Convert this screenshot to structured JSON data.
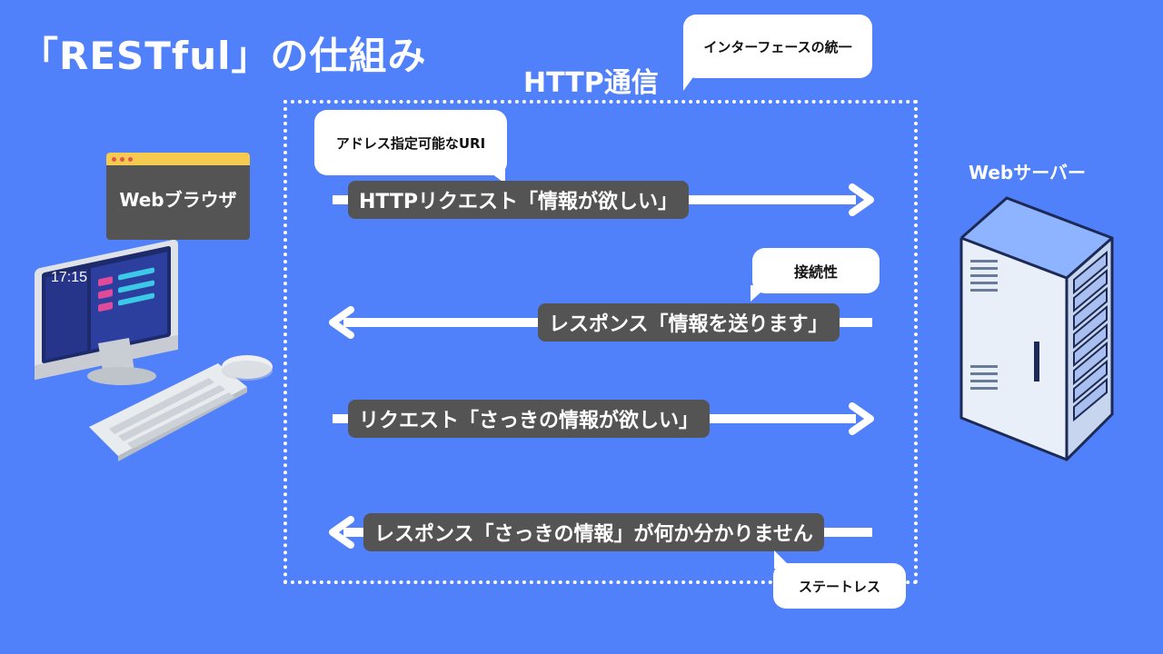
{
  "title": "「RESTful」の仕組み",
  "http_title": "HTTP通信",
  "bubbles": {
    "interface": "インターフェースの統一",
    "uri": "アドレス指定可能なURI",
    "connectivity": "接続性",
    "stateless": "ステートレス"
  },
  "messages": {
    "request1": "HTTPリクエスト「情報が欲しい」",
    "response1": "レスポンス「情報を送ります」",
    "request2": "リクエスト「さっきの情報が欲しい」",
    "response2": "レスポンス「さっきの情報」が何か分かりません"
  },
  "browser_label": "Webブラウザ",
  "server_label": "Webサーバー",
  "clock_text": "17:15",
  "colors": {
    "background": "#5181fa",
    "pill": "#545454",
    "browser_bar": "#f6c94f"
  }
}
